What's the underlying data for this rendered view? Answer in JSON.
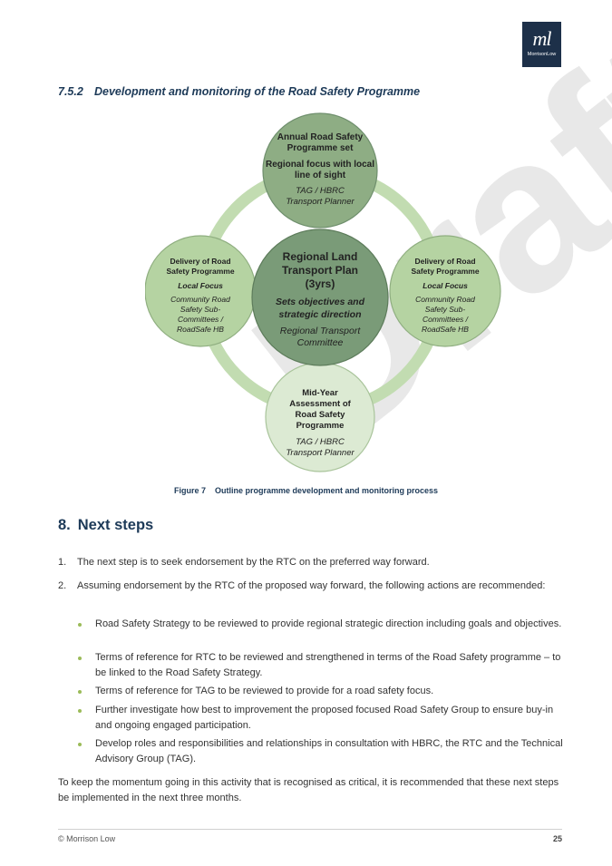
{
  "logo": {
    "mark": "ml",
    "wordmark": "MorrisonLow"
  },
  "subsection": {
    "number": "7.5.2",
    "title": "Development and monitoring of the Road Safety Programme"
  },
  "watermark": "Draft",
  "diagram": {
    "center": {
      "title": "Regional Land Transport Plan (3yrs)",
      "subtitle": "Sets objectives and strategic direction",
      "owner": "Regional Transport Committee",
      "color": "#7a9b78"
    },
    "top": {
      "title": "Annual Road Safety Programme set",
      "subtitle": "Regional focus with local line of sight",
      "owner": "TAG / HBRC Transport Planner",
      "color": "#8ead84"
    },
    "left": {
      "title": "Delivery of Road Safety Programme",
      "subtitle": "Local Focus",
      "owner": "Community Road Safety Sub-Committees / RoadSafe HB",
      "color": "#b5d3a2"
    },
    "right": {
      "title": "Delivery of Road Safety Programme",
      "subtitle": "Local Focus",
      "owner": "Community Road Safety Sub-Committees / RoadSafe HB",
      "color": "#b5d3a2"
    },
    "bottom": {
      "title": "Mid-Year Assessment of Road Safety Programme",
      "owner": "TAG / HBRC Transport Planner",
      "color": "#dcead3"
    },
    "ring_color": "#c2dcb1"
  },
  "figure": {
    "label": "Figure 7",
    "caption": "Outline programme development and monitoring process"
  },
  "section": {
    "number": "8.",
    "title": "Next steps"
  },
  "items": [
    {
      "n": "1.",
      "text": "The next step is to seek endorsement by the RTC on the preferred way forward."
    },
    {
      "n": "2.",
      "text": "Assuming endorsement by the RTC of the proposed way forward, the following actions are recommended:"
    }
  ],
  "bullets": [
    "Road Safety Strategy to be reviewed to provide regional strategic direction including goals and objectives.",
    "Terms of reference for RTC to be reviewed and strengthened in terms of the Road Safety programme – to be linked to the Road Safety Strategy.",
    "Terms of reference for TAG to be reviewed to provide for a road safety focus.",
    "Further investigate how best to improvement the proposed focused Road Safety Group to ensure buy-in and ongoing engaged participation.",
    "Develop roles and responsibilities and relationships in consultation with HBRC, the RTC and the Technical Advisory Group (TAG)."
  ],
  "closing": "To keep the momentum going in this activity that is recognised as critical, it is recommended that these next steps be implemented in the next three months.",
  "footer": {
    "left": "© Morrison Low",
    "page": "25"
  }
}
